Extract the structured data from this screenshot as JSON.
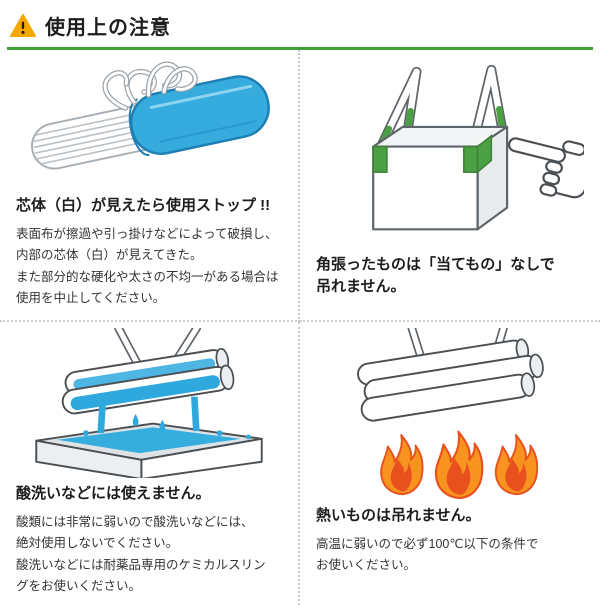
{
  "colors": {
    "accent_green": "#3fa037",
    "warning_yellow": "#f6a800",
    "sling_blue": "#36abdd",
    "strap_green": "#4ba043",
    "flame_orange": "#f7931e",
    "flame_red": "#e8511e",
    "divider_gray": "#c9ced1"
  },
  "header": {
    "title": "使用上の注意",
    "warning_icon": "warning-triangle"
  },
  "sections": [
    {
      "id": "core-exposed",
      "illustration": "damaged-flat-sling-with-exposed-white-core",
      "title": "芯体（白）が見えたら使用ストップ !!",
      "body": "表面布が擦過や引っ掛けなどによって破損し、\n内部の芯体（白）が見えてきた。\nまた部分的な硬化や太さの不均一がある場合は\n使用を中止してください。"
    },
    {
      "id": "angular-load",
      "illustration": "container-bag-with-green-straps-and-pointing-hand",
      "title": "角張ったものは「当てもの」なしで\n吊れません。",
      "body": ""
    },
    {
      "id": "acid-washing",
      "illustration": "logs-dipped-in-acid-bath",
      "title": "酸洗いなどには使えません。",
      "body": "酸類には非常に弱いので酸洗いなどには、\n絶対使用しないでください。\n酸洗いなどには耐薬品専用のケミカルスリン\nグをお使いください。"
    },
    {
      "id": "hot-load",
      "illustration": "slung-pipes-over-flames",
      "title": "熱いものは吊れません。",
      "body": "高温に弱いので必ず100℃以下の条件で\nお使いください。"
    }
  ]
}
